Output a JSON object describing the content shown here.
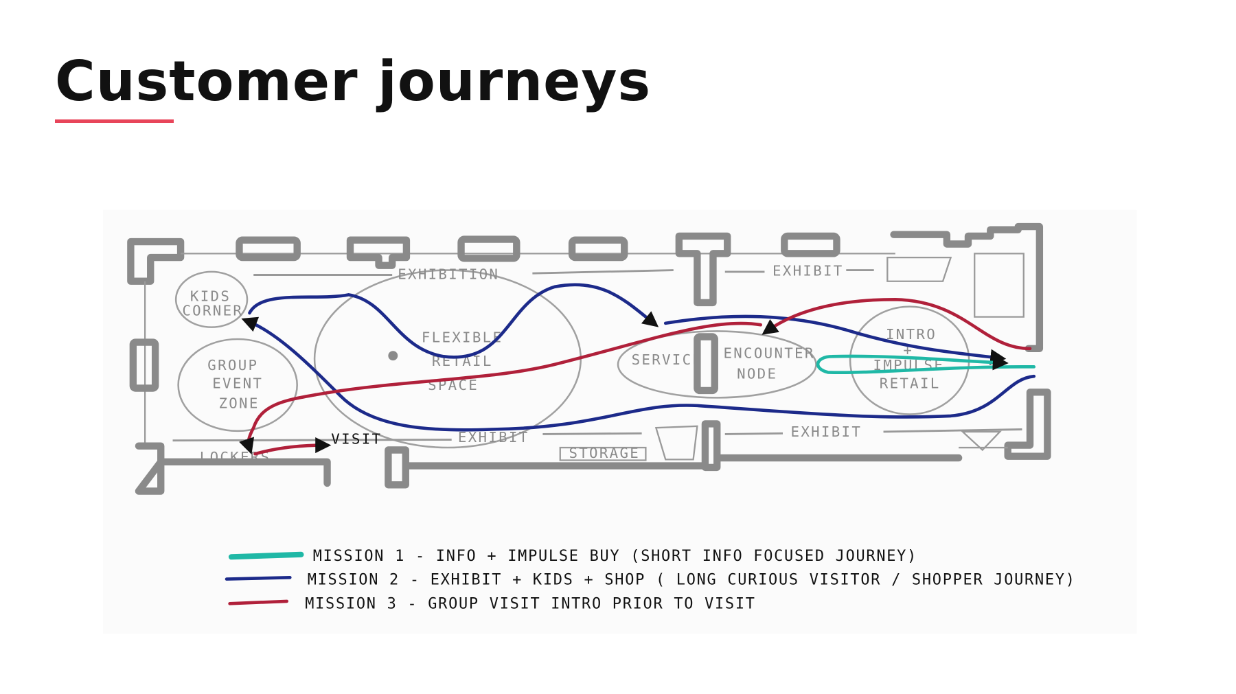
{
  "slide": {
    "title": "Customer journeys",
    "accent_color": "#e8455a"
  },
  "plan": {
    "labels": {
      "exhibition": "EXHIBITION",
      "exhibit_top_right": "EXHIBIT",
      "kids_corner": [
        "KIDS",
        "CORNER"
      ],
      "flexible_retail_space": [
        "FLEXIBLE",
        "RETAIL",
        "SPACE"
      ],
      "group_event_zone": [
        "GROUP",
        "EVENT",
        "ZONE"
      ],
      "service": "SERVICE",
      "encounter_node": [
        "ENCOUNTER",
        "NODE"
      ],
      "intro_impulse_retail": [
        "INTRO",
        "+",
        "IMPULSE",
        "RETAIL"
      ],
      "exhibit_bottom": "EXHIBIT",
      "exhibit_bottom_right": "EXHIBIT",
      "storage": "STORAGE",
      "lockers": "LOCKERS",
      "visit": "VISIT"
    }
  },
  "legend": [
    {
      "label": "MISSION 1 - INFO + IMPULSE BUY  (SHORT INFO FOCUSED JOURNEY)",
      "color": "#1fb8a6"
    },
    {
      "label": "MISSION 2 - EXHIBIT + KIDS + SHOP ( LONG CURIOUS VISITOR / SHOPPER JOURNEY)",
      "color": "#1c2a8a"
    },
    {
      "label": "MISSION 3 - GROUP VISIT INTRO PRIOR TO VISIT",
      "color": "#b0203a"
    }
  ]
}
